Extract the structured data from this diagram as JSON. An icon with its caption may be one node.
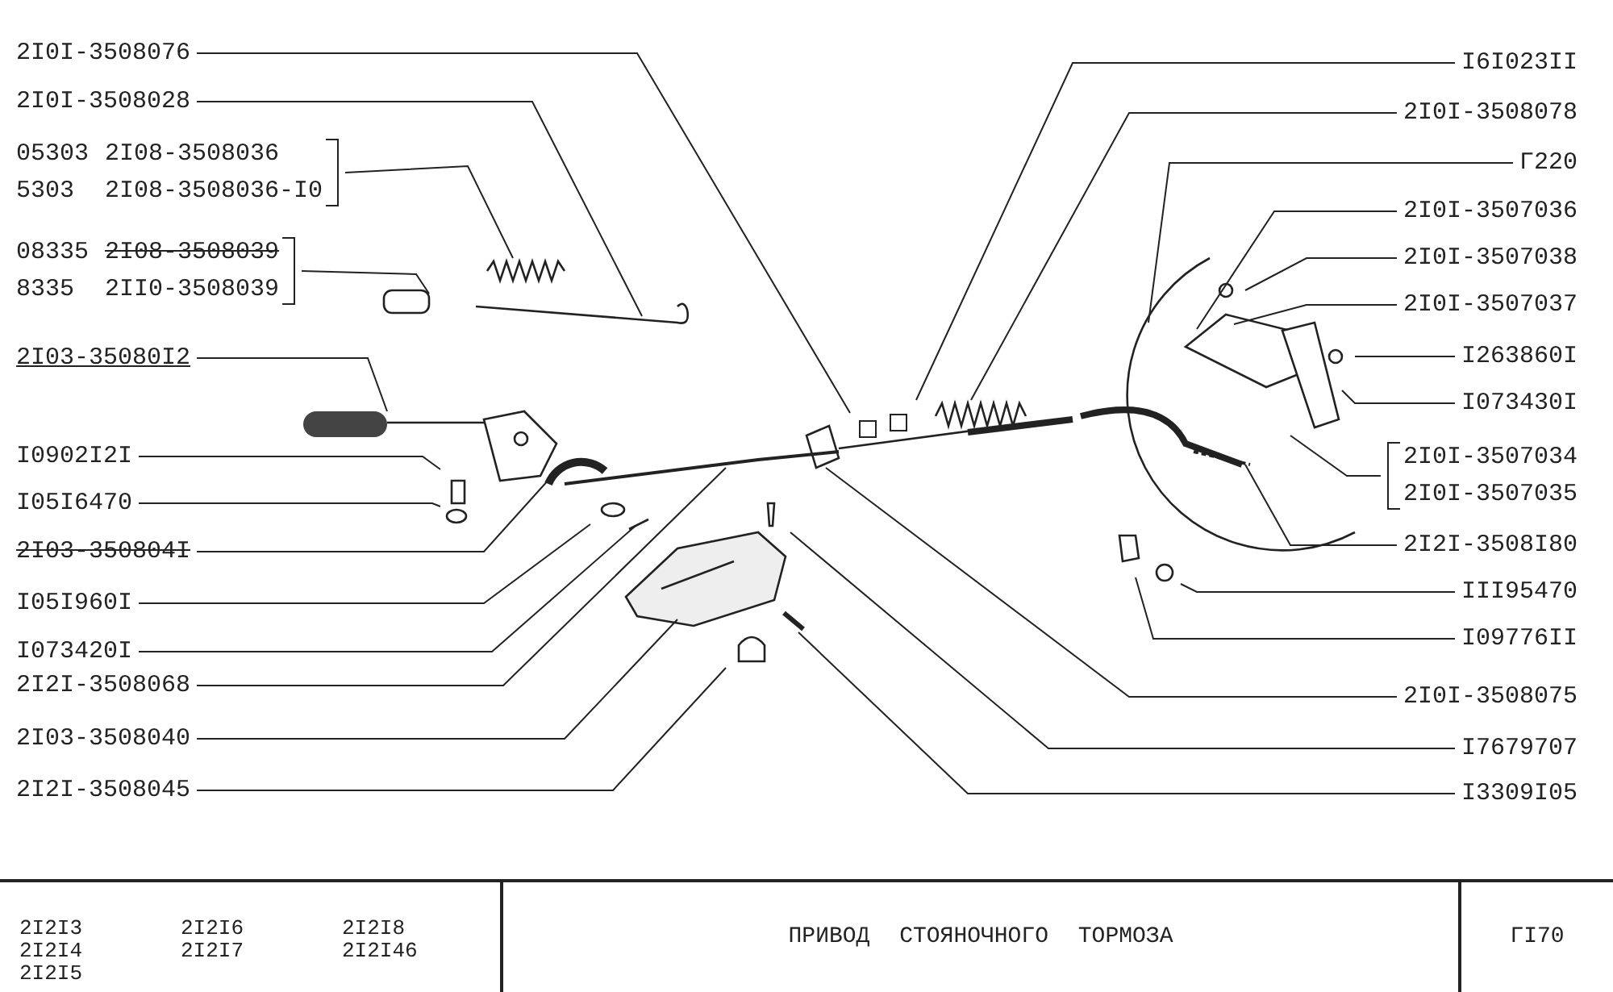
{
  "diagram": {
    "title": "ПРИВОД СТОЯНОЧНОГО ТОРМОЗА",
    "nodes": [
      {
        "text": [
          "2I0I-3508076"
        ]
      },
      {
        "text": [
          "2I0I-3508028"
        ]
      },
      {
        "text": [
          "05303",
          "2I08-3508036",
          "5303",
          "2I08-3508036-I0"
        ]
      },
      {
        "text": [
          "08335",
          "2I08-3508039",
          "8335",
          "2II0-3508039"
        ]
      },
      {
        "text": [
          "2I03-35080I2"
        ]
      },
      {
        "text": [
          "I0902I2I"
        ]
      },
      {
        "text": [
          "I05I6470"
        ]
      },
      {
        "text": [
          "2I03-350804I"
        ]
      },
      {
        "text": [
          "I05I960I"
        ]
      },
      {
        "text": [
          "I073420I"
        ]
      },
      {
        "text": [
          "2I2I-3508068"
        ]
      },
      {
        "text": [
          "2I03-3508040"
        ]
      },
      {
        "text": [
          "2I2I-3508045"
        ]
      },
      {
        "text": [
          "I6I023II"
        ]
      },
      {
        "text": [
          "2I0I-3508078"
        ]
      },
      {
        "text": [
          "Г220"
        ]
      },
      {
        "text": [
          "2I0I-3507036"
        ]
      },
      {
        "text": [
          "2I0I-3507038"
        ]
      },
      {
        "text": [
          "2I0I-3507037"
        ]
      },
      {
        "text": [
          "I263860I"
        ]
      },
      {
        "text": [
          "I073430I"
        ]
      },
      {
        "text": [
          "2I0I-3507034",
          "2I0I-3507035"
        ]
      },
      {
        "text": [
          "2I2I-3508I80"
        ]
      },
      {
        "text": [
          "III95470"
        ]
      },
      {
        "text": [
          "I09776II"
        ]
      },
      {
        "text": [
          "2I0I-3508075"
        ]
      },
      {
        "text": [
          "I7679707"
        ]
      },
      {
        "text": [
          "I3309I05"
        ]
      }
    ],
    "edges": [
      {
        "from": 0,
        "to": null,
        "arrow": "none"
      },
      {
        "from": 1,
        "to": null,
        "arrow": "none"
      },
      {
        "from": 2,
        "to": null,
        "arrow": "none"
      },
      {
        "from": 3,
        "to": null,
        "arrow": "none"
      },
      {
        "from": 4,
        "to": null,
        "arrow": "none"
      },
      {
        "from": 5,
        "to": null,
        "arrow": "none"
      },
      {
        "from": 6,
        "to": null,
        "arrow": "none"
      },
      {
        "from": 7,
        "to": null,
        "arrow": "none"
      },
      {
        "from": 8,
        "to": null,
        "arrow": "none"
      },
      {
        "from": 9,
        "to": null,
        "arrow": "none"
      },
      {
        "from": 10,
        "to": null,
        "arrow": "none"
      },
      {
        "from": 11,
        "to": null,
        "arrow": "none"
      },
      {
        "from": 12,
        "to": null,
        "arrow": "none"
      },
      {
        "from": 13,
        "to": null,
        "arrow": "none"
      },
      {
        "from": 14,
        "to": null,
        "arrow": "none"
      },
      {
        "from": 15,
        "to": null,
        "arrow": "none"
      },
      {
        "from": 16,
        "to": null,
        "arrow": "none"
      },
      {
        "from": 17,
        "to": null,
        "arrow": "none"
      },
      {
        "from": 18,
        "to": null,
        "arrow": "none"
      },
      {
        "from": 19,
        "to": null,
        "arrow": "none"
      },
      {
        "from": 20,
        "to": null,
        "arrow": "none"
      },
      {
        "from": 21,
        "to": null,
        "arrow": "none"
      },
      {
        "from": 22,
        "to": null,
        "arrow": "none"
      },
      {
        "from": 23,
        "to": null,
        "arrow": "none"
      },
      {
        "from": 24,
        "to": null,
        "arrow": "none"
      },
      {
        "from": 25,
        "to": null,
        "arrow": "none"
      },
      {
        "from": 26,
        "to": null,
        "arrow": "none"
      },
      {
        "from": 27,
        "to": null,
        "arrow": "none"
      }
    ],
    "labels": [
      "2I2I3",
      "2I2I6",
      "2I2I8",
      "2I2I4",
      "2I2I7",
      "2I2I46",
      "2I2I5",
      "ГI70"
    ]
  }
}
